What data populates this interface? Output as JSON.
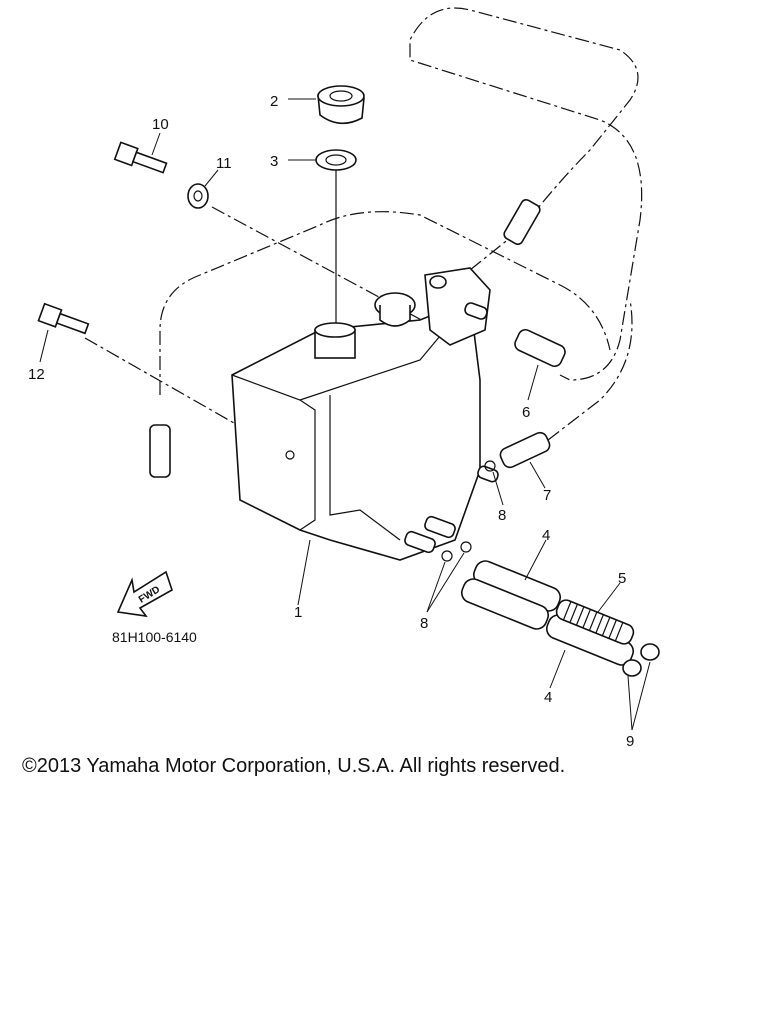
{
  "diagram": {
    "callouts": {
      "p1": "1",
      "p2": "2",
      "p3": "3",
      "p4a": "4",
      "p4b": "4",
      "p5": "5",
      "p6": "6",
      "p7": "7",
      "p8a": "8",
      "p8b": "8",
      "p9": "9",
      "p10": "10",
      "p11": "11",
      "p12": "12"
    },
    "forward_label": "FWD",
    "drawing_code": "81H100-6140"
  },
  "footer": {
    "copyright": "©2013 Yamaha Motor Corporation, U.S.A. All rights reserved."
  }
}
